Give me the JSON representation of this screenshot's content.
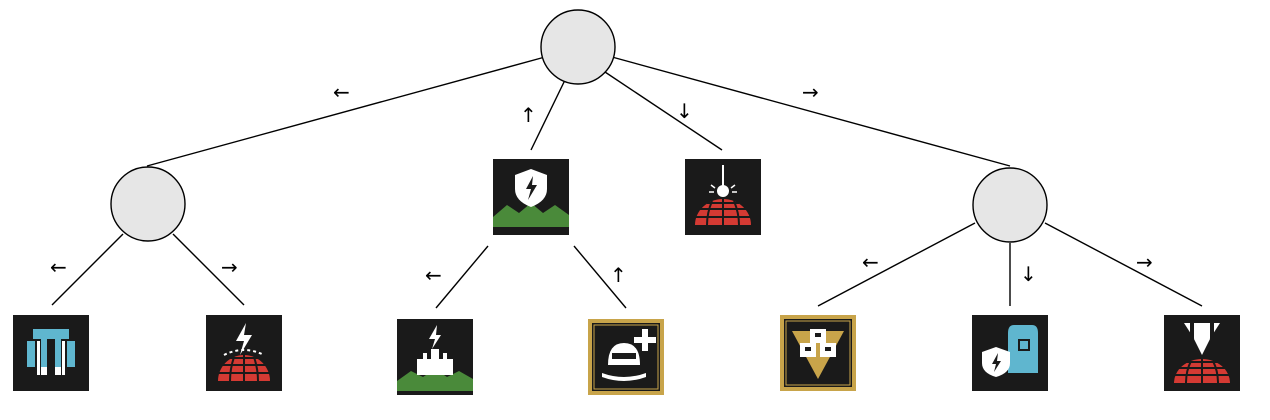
{
  "tree": {
    "root": {
      "type": "branch"
    },
    "branches": [
      {
        "name": "left-branch",
        "direction_arrow": "←",
        "type": "branch",
        "children": [
          {
            "direction_arrow": "←",
            "icon": "twin-thruster-icon",
            "colors": [
              "#5fb6cf",
              "#ffffff",
              "#1a1a1a"
            ]
          },
          {
            "direction_arrow": "→",
            "icon": "lightning-globe-icon",
            "colors": [
              "#d43a33",
              "#ffffff",
              "#1a1a1a"
            ]
          }
        ]
      },
      {
        "name": "up-branch",
        "direction_arrow": "↑",
        "type": "icon",
        "icon": "shield-lightning-hills-icon",
        "colors": [
          "#ffffff",
          "#4a8a3a",
          "#1a1a1a"
        ],
        "children": [
          {
            "direction_arrow": "←",
            "icon": "lightning-fortress-icon",
            "colors": [
              "#ffffff",
              "#4a8a3a",
              "#1a1a1a"
            ]
          },
          {
            "direction_arrow": "↑",
            "icon": "helmet-plus-icon",
            "colors": [
              "#ffffff",
              "#c8a44a",
              "#1a1a1a"
            ]
          }
        ]
      },
      {
        "name": "down-branch",
        "direction_arrow": "↓",
        "type": "icon",
        "icon": "orbital-strike-globe-icon",
        "colors": [
          "#d43a33",
          "#ffffff",
          "#1a1a1a"
        ]
      },
      {
        "name": "right-branch",
        "direction_arrow": "→",
        "type": "branch",
        "children": [
          {
            "direction_arrow": "←",
            "icon": "supply-crates-icon",
            "colors": [
              "#ffffff",
              "#c8a44a",
              "#1a1a1a"
            ]
          },
          {
            "direction_arrow": "↓",
            "icon": "shield-backpack-icon",
            "colors": [
              "#5fb6cf",
              "#ffffff",
              "#1a1a1a"
            ]
          },
          {
            "direction_arrow": "→",
            "icon": "drop-globe-icon",
            "colors": [
              "#d43a33",
              "#ffffff",
              "#1a1a1a"
            ]
          }
        ]
      }
    ]
  }
}
